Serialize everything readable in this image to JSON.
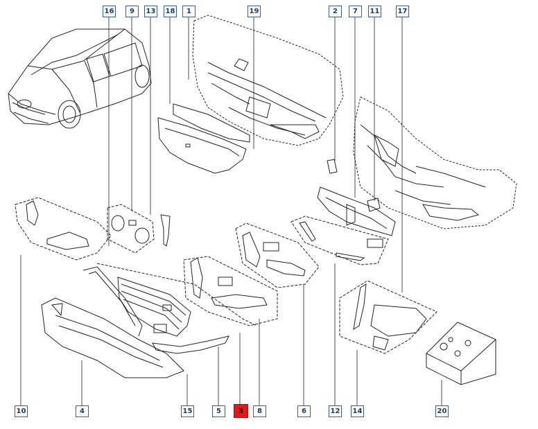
{
  "diagram": {
    "selected_part": "3",
    "accent_color": "#e0191f",
    "callout_color": "#3a5f8f",
    "callouts": [
      "16",
      "9",
      "13",
      "18",
      "1",
      "19",
      "2",
      "7",
      "11",
      "17",
      "10",
      "4",
      "15",
      "5",
      "3",
      "8",
      "6",
      "12",
      "14",
      "20"
    ]
  }
}
